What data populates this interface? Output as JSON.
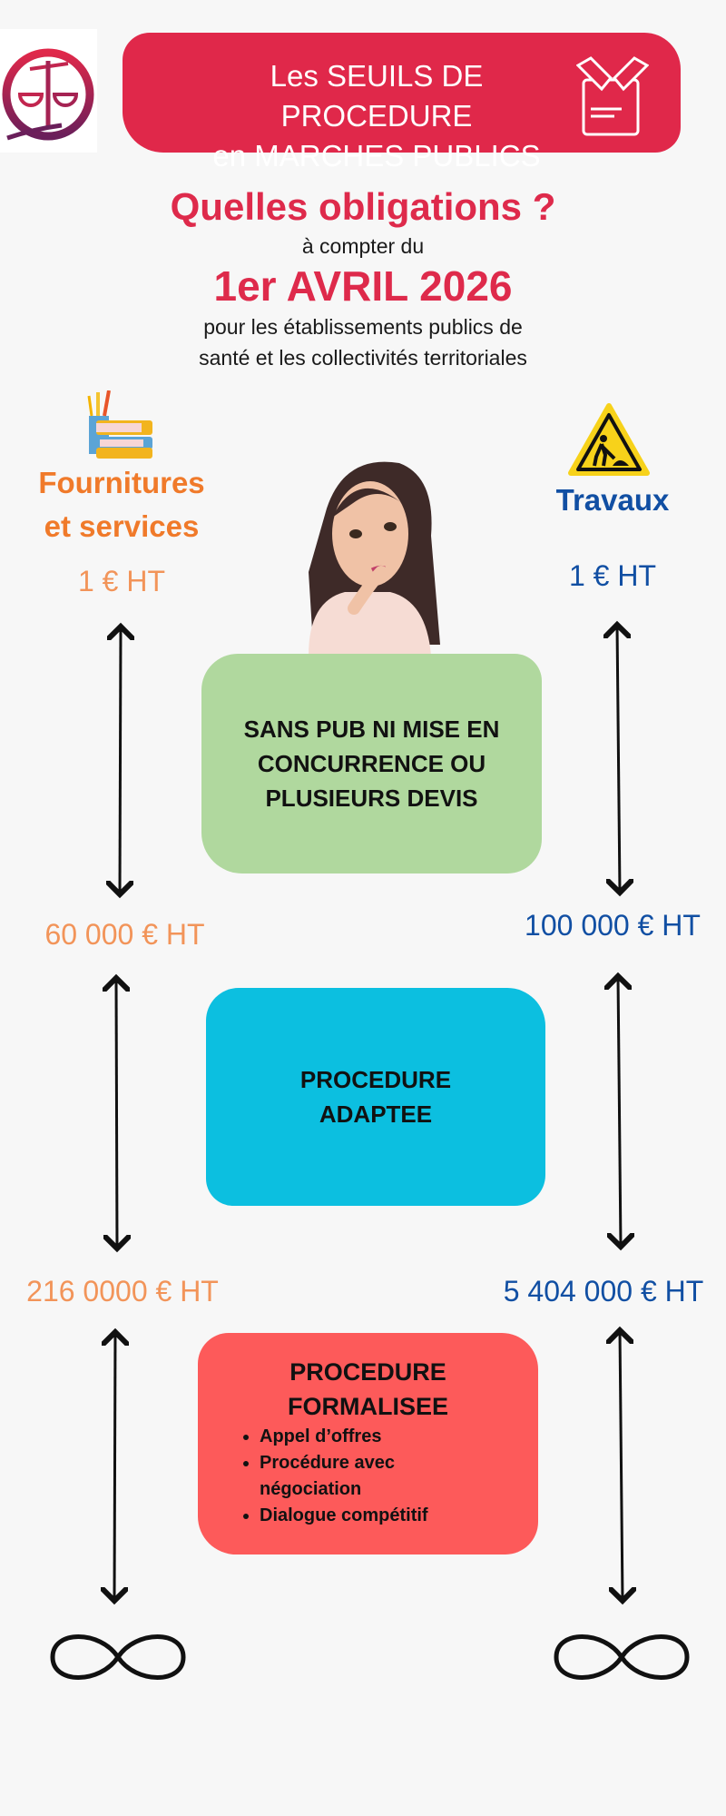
{
  "header": {
    "title_line1": "Les SEUILS DE PROCEDURE",
    "title_line2": "en MARCHES PUBLICS"
  },
  "intro": {
    "question": "Quelles obligations ?",
    "from": "à compter du",
    "date": "1er AVRIL 2026",
    "scope_line1": "pour les établissements publics de",
    "scope_line2": "santé et les collectivités territoriales"
  },
  "columns": {
    "left": {
      "title_line1": "Fournitures",
      "title_line2": "et services",
      "thresholds": [
        "1 € HT",
        "60 000 € HT",
        "216 0000 € HT"
      ]
    },
    "right": {
      "title": "Travaux",
      "thresholds": [
        "1 € HT",
        "100 000 € HT",
        "5 404 000 € HT"
      ]
    }
  },
  "boxes": {
    "none": {
      "lines": [
        "SANS PUB NI MISE EN",
        "CONCURRENCE OU",
        "PLUSIEURS DEVIS"
      ]
    },
    "adapted": {
      "lines": [
        "PROCEDURE",
        "ADAPTEE"
      ]
    },
    "formal": {
      "lines": [
        "PROCEDURE",
        "FORMALISEE"
      ],
      "items": [
        "Appel d’offres",
        "Procédure avec négociation",
        "Dialogue compétitif"
      ]
    }
  },
  "colors": {
    "brand": "#e0284a",
    "orange": "#f07a2a",
    "blue": "#114fa3",
    "green": "#b0d89e",
    "cyan": "#0cbfe0",
    "red": "#fd5a5a"
  }
}
